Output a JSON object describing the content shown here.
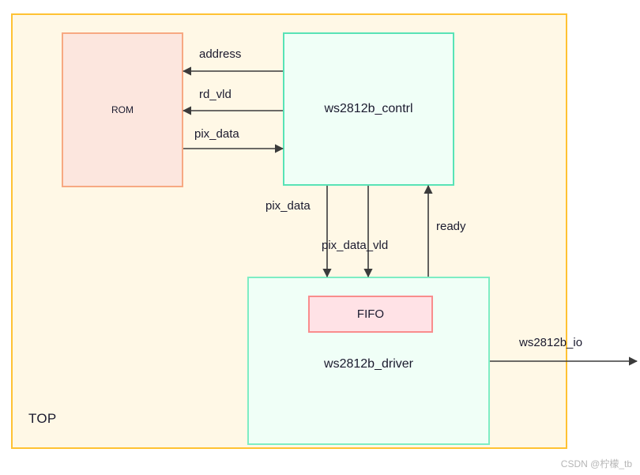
{
  "diagram": {
    "top": {
      "label": "TOP",
      "border_color": "#ffc233",
      "fill_color": "#fff8e6"
    },
    "blocks": [
      {
        "id": "rom",
        "label": "ROM",
        "border_color": "#f7a982",
        "fill_color": "#fce6de"
      },
      {
        "id": "ws2812b_contrl",
        "label": "ws2812b_contrl",
        "border_color": "#58e3b6",
        "fill_color": "#f0fff7"
      },
      {
        "id": "ws2812b_driver",
        "label": "ws2812b_driver",
        "border_color": "#7eedc4",
        "fill_color": "#f0fff7"
      },
      {
        "id": "fifo",
        "label": "FIFO",
        "border_color": "#f98d8d",
        "fill_color": "#ffe2e6"
      }
    ],
    "connections": [
      {
        "id": "address",
        "label": "address",
        "from": "ws2812b_contrl",
        "to": "rom",
        "direction": "left"
      },
      {
        "id": "rd_vld",
        "label": "rd_vld",
        "from": "ws2812b_contrl",
        "to": "rom",
        "direction": "left"
      },
      {
        "id": "pix_data_rom",
        "label": "pix_data",
        "from": "rom",
        "to": "ws2812b_contrl",
        "direction": "right"
      },
      {
        "id": "pix_data",
        "label": "pix_data",
        "from": "ws2812b_contrl",
        "to": "ws2812b_driver",
        "direction": "down"
      },
      {
        "id": "pix_data_vld",
        "label": "pix_data_vld",
        "from": "ws2812b_contrl",
        "to": "ws2812b_driver",
        "direction": "down"
      },
      {
        "id": "ready",
        "label": "ready",
        "from": "ws2812b_driver",
        "to": "ws2812b_contrl",
        "direction": "up"
      },
      {
        "id": "ws2812b_io",
        "label": "ws2812b_io",
        "from": "ws2812b_driver",
        "to": "external",
        "direction": "right"
      }
    ],
    "line_color": "#3b3b3b"
  },
  "watermark": {
    "text": "CSDN @柠檬_tb"
  }
}
